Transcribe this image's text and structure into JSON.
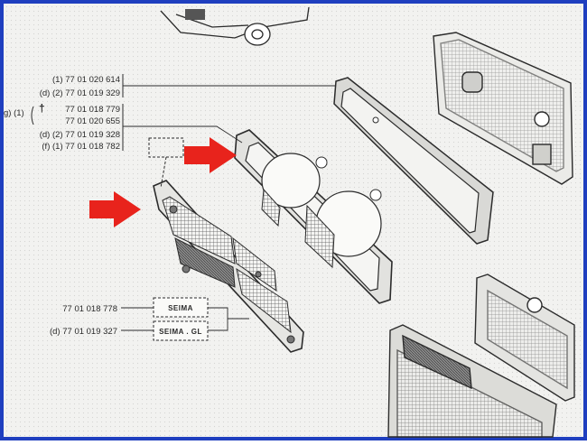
{
  "callouts": {
    "rear_frame_refs": [
      "(1) 77 01 020 614",
      "(d) (2) 77 01 019 329"
    ],
    "lamp_housing_refs": [
      "77 01 018 779",
      "77 01 020 655",
      "(d) (2) 77 01 019 328",
      "(f)  (1) 77 01 018 782"
    ],
    "lamp_housing_prefix": "g) (1)",
    "dagger_mark": "†",
    "lens_refs": [
      "77 01 018 778",
      "(d) 77 01 019 327"
    ],
    "lens_brand_labels": [
      "SEIMA",
      "SEIMA . GL"
    ]
  },
  "colors": {
    "arrow_red": "#e8231c",
    "line_ink": "#2b2b2b",
    "paper": "#f3f3f1",
    "frame_blue": "#1f3fbf"
  },
  "icons": [
    "red-arrow-icon",
    "red-arrow-icon"
  ]
}
